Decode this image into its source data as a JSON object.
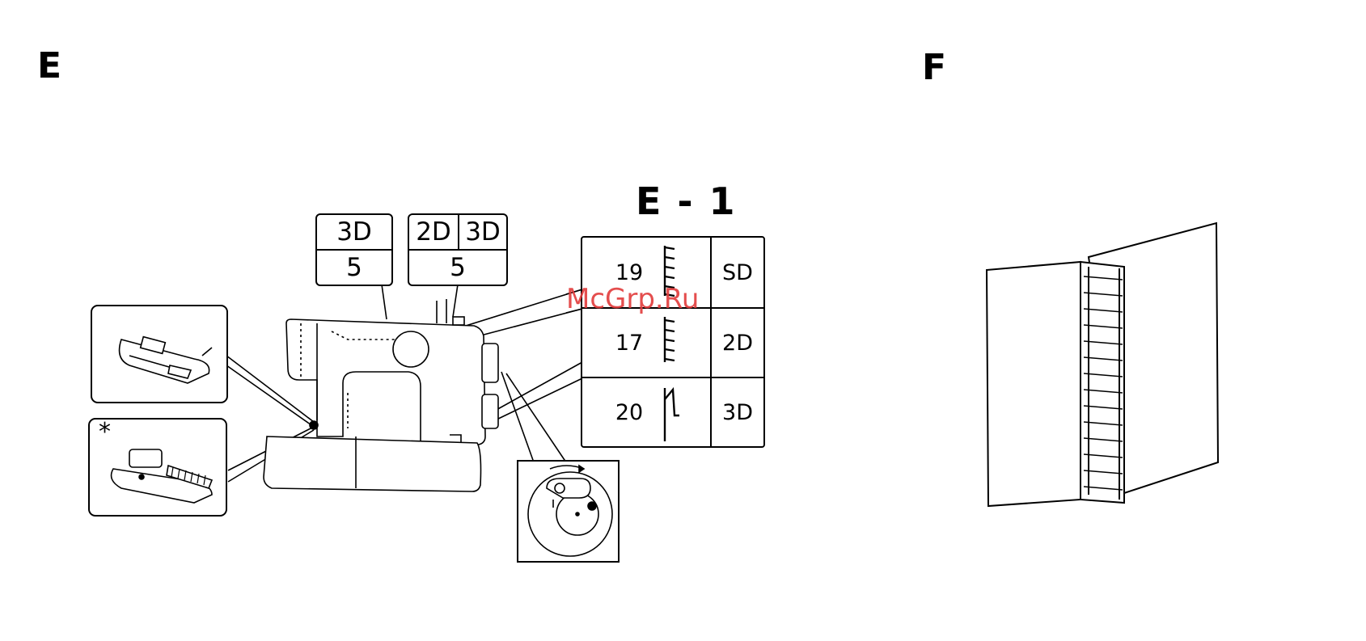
{
  "panels": {
    "e_label": "E",
    "f_label": "F",
    "e1_label": "E - 1"
  },
  "top_boxes": {
    "left": {
      "top": "3D",
      "bottom": "5"
    },
    "right": {
      "top_left": "2D",
      "top_right": "3D",
      "bottom": "5"
    }
  },
  "stitch_table": {
    "rows": [
      {
        "number": "19",
        "stitch_icon": "overcast-stitch-icon",
        "setting": "SD"
      },
      {
        "number": "17",
        "stitch_icon": "overcast-stitch-icon",
        "setting": "2D"
      },
      {
        "number": "20",
        "stitch_icon": "blind-stitch-icon",
        "setting": "3D"
      }
    ]
  },
  "presser_feet": {
    "top_icon": "zigzag-foot-icon",
    "bottom_icon": "overcasting-foot-icon",
    "bottom_marker": "*"
  },
  "watermark": "McGrp.Ru"
}
